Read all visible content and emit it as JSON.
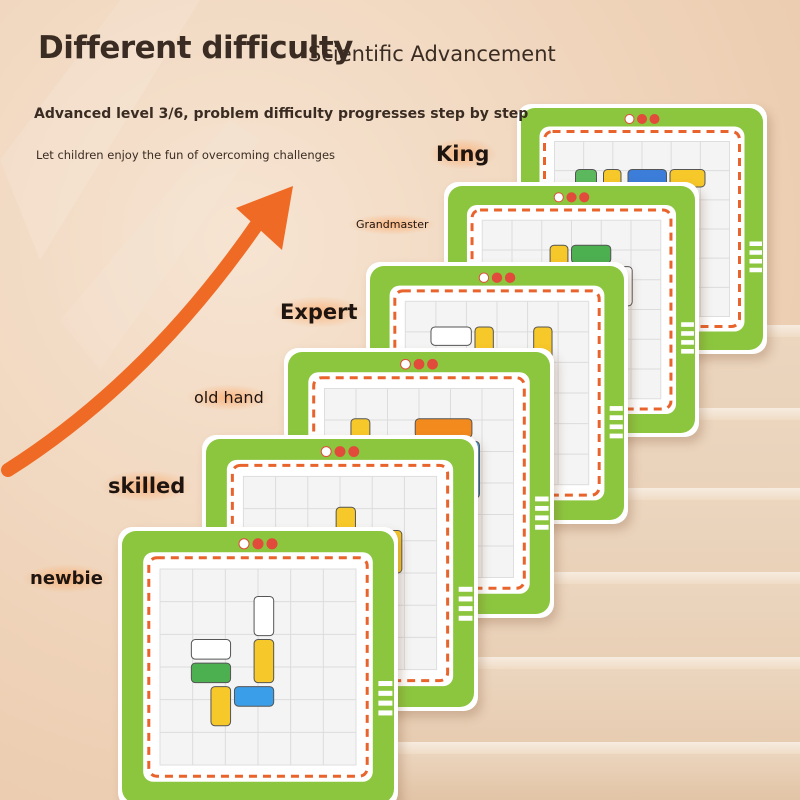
{
  "heading": {
    "title": "Different difficulty",
    "subtitle": "Scientific Advancement"
  },
  "text": {
    "line1": "Advanced level 3/6, problem difficulty progresses step by step",
    "line2": "Let children enjoy the fun of overcoming challenges"
  },
  "levels": {
    "king": "King",
    "grandmaster": "Grandmaster",
    "expert": "Expert",
    "old_hand": "old hand",
    "skilled": "skilled",
    "newbie": "newbie"
  },
  "colors": {
    "background": "#efd3b9",
    "board_green": "#8cc63f",
    "road_orange": "#e8642c",
    "arrow": "#ef6a24",
    "stairs": "#f3e4d2"
  }
}
